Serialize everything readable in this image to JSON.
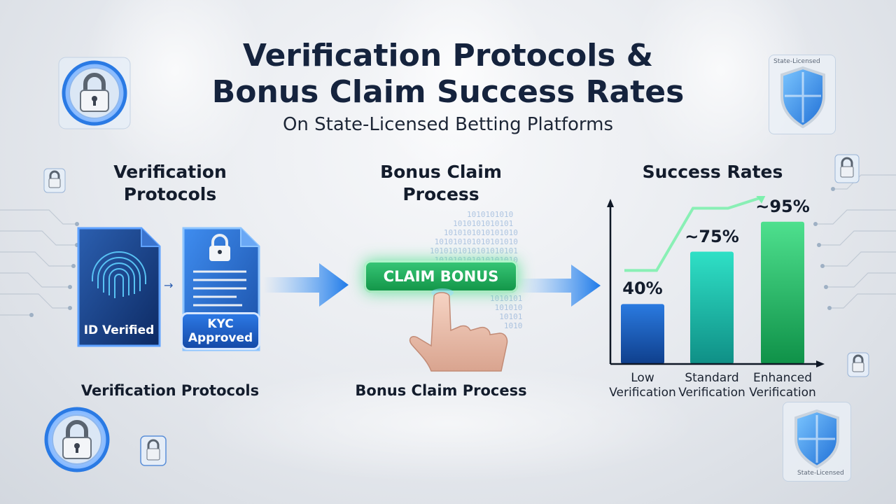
{
  "header": {
    "title_line1": "Verification Protocols &",
    "title_line2": "Bonus Claim Success Rates",
    "subtitle": "On State-Licensed Betting Platforms"
  },
  "sections": {
    "verification": {
      "heading": "Verification Protocols",
      "caption": "Verification Protocols"
    },
    "claim": {
      "heading": "Bonus Claim Process",
      "caption": "Bonus Claim Process"
    },
    "success": {
      "heading": "Success Rates"
    }
  },
  "documents": {
    "id_label": "ID Verified",
    "kyc_label_line1": "KYC",
    "kyc_label_line2": "Approved"
  },
  "claim_button": {
    "label": "CLAIM BONUS"
  },
  "shields": {
    "top_label": "State-Licensed",
    "bottom_label": "State-Licensed"
  },
  "icons": [
    "lock-icon",
    "shield-icon",
    "fingerprint-icon",
    "document-icon",
    "arrow-right-icon",
    "hand-pointer-icon"
  ],
  "colors": {
    "accent_blue": "#1f6fd6",
    "accent_green": "#1fae5c",
    "teal": "#20c7b0",
    "navy": "#15233d"
  },
  "chart_data": {
    "type": "bar",
    "title": "Success Rates",
    "categories": [
      "Low Verification",
      "Standard Verification",
      "Enhanced Verification"
    ],
    "category_lines": [
      [
        "Low",
        "Verification"
      ],
      [
        "Standard",
        "Verification"
      ],
      [
        "Enhanced",
        "Verification"
      ]
    ],
    "values": [
      40,
      75,
      95
    ],
    "labels": [
      "40%",
      "~75%",
      "~95%"
    ],
    "bar_colors": [
      "#1c5fb8",
      "#19b8a8",
      "#22b765"
    ],
    "ylim": [
      0,
      100
    ],
    "grid": false
  }
}
